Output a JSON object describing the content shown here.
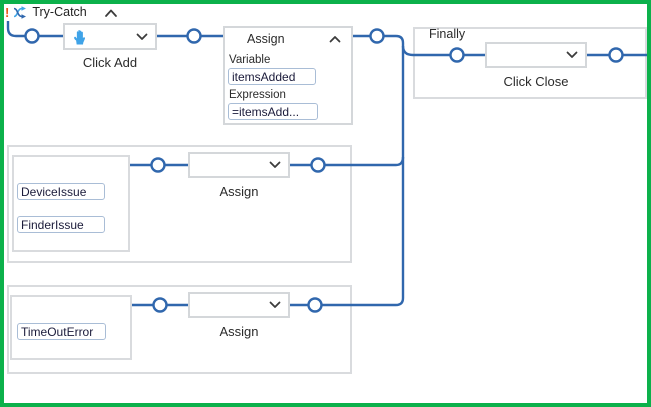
{
  "colors": {
    "line": "#3067ad",
    "selection_border": "#0cb14b",
    "hand_icon": "#3fa3e8",
    "alert_icon": "#e8591a",
    "box_border": "#d4d7da",
    "section_border": "#d9dbde",
    "input_border": "#a9bdd6",
    "input_text": "#1b1b3a",
    "label_text": "#2b2b2b"
  },
  "header": {
    "title": "Try-Catch",
    "alert_glyph": "!"
  },
  "try_branch": {
    "click_activity_label": "Click Add",
    "assign": {
      "title": "Assign",
      "variable_label": "Variable",
      "variable_value": "itemsAdded",
      "expression_label": "Expression",
      "expression_value": "=itemsAdd..."
    }
  },
  "finally_branch": {
    "label": "Finally",
    "activity_label": "Click Close"
  },
  "catches": [
    {
      "exceptions": [
        "DeviceIssue",
        "FinderIssue"
      ],
      "activity_label": "Assign"
    },
    {
      "exceptions": [
        "TimeOutError"
      ],
      "activity_label": "Assign"
    }
  ]
}
